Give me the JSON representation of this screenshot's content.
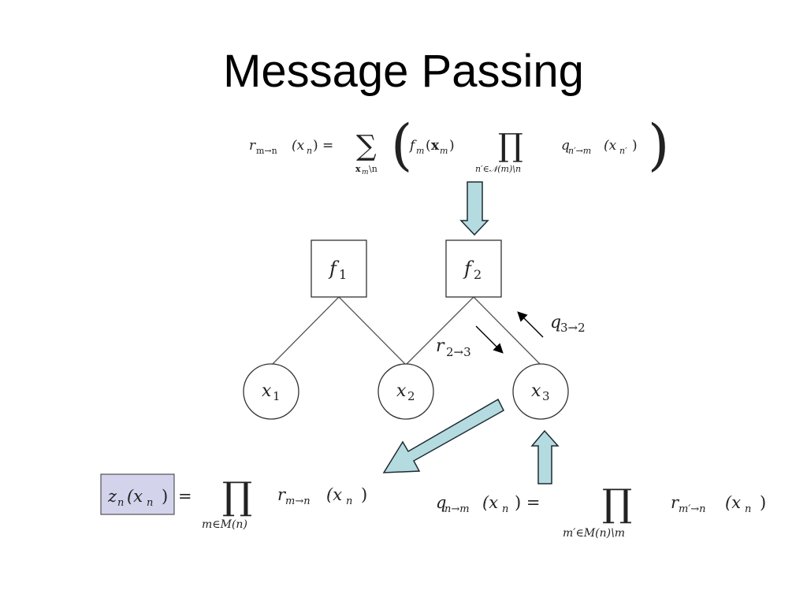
{
  "slide": {
    "title": "Message Passing"
  },
  "colors": {
    "arrow_fill": "#b4dbe0",
    "arrow_stroke": "#1e2a30",
    "highlight_fill": "#d3d3ec",
    "ink": "#222222"
  },
  "equations": {
    "factor_message": {
      "lhs": "r",
      "lhs_sub": "m→n",
      "lhs_arg": "(x",
      "lhs_arg_sub": "n",
      "lhs_arg_close": ") =",
      "sum_symbol": "∑",
      "sum_sub_bold": "x",
      "sum_sub_rest": "m",
      "sum_sub_tail": "\\n",
      "open_paren": "(",
      "f": "f",
      "f_sub": "m",
      "f_arg_open": "(",
      "f_arg_bold": "x",
      "f_arg_sub": "m",
      "f_arg_close": ")",
      "prod_symbol": "∏",
      "prod_sub": "n′∈𝒩(m)\\n",
      "q": "q",
      "q_sub": "n′→m",
      "q_arg": "(x",
      "q_arg_sub": "n′",
      "q_arg_close": ")",
      "close_paren": ")"
    },
    "marginal": {
      "z": "z",
      "z_sub": "n",
      "z_arg": "(x",
      "z_arg_sub": "n",
      "z_arg_close": ")",
      "equals": "=",
      "prod_symbol": "∏",
      "prod_sub": "m∈M(n)",
      "r": "r",
      "r_sub": "m→n",
      "r_arg": "(x",
      "r_arg_sub": "n",
      "r_arg_close": ")"
    },
    "variable_message": {
      "q": "q",
      "q_sub": "n→m",
      "q_arg": "(x",
      "q_arg_sub": "n",
      "q_arg_close": ") =",
      "prod_symbol": "∏",
      "prod_sub": "m′∈M(n)\\m",
      "r": "r",
      "r_sub": "m′→n",
      "r_arg": "(x",
      "r_arg_sub": "n",
      "r_arg_close": ")"
    }
  },
  "graph": {
    "factors": [
      {
        "letter": "f",
        "sub": "1"
      },
      {
        "letter": "f",
        "sub": "2"
      }
    ],
    "variables": [
      {
        "letter": "x",
        "sub": "1"
      },
      {
        "letter": "x",
        "sub": "2"
      },
      {
        "letter": "x",
        "sub": "3"
      }
    ],
    "labels": {
      "q_msg": {
        "letter": "q",
        "sub": "3→2"
      },
      "r_msg": {
        "letter": "r",
        "sub": "2→3"
      }
    }
  }
}
